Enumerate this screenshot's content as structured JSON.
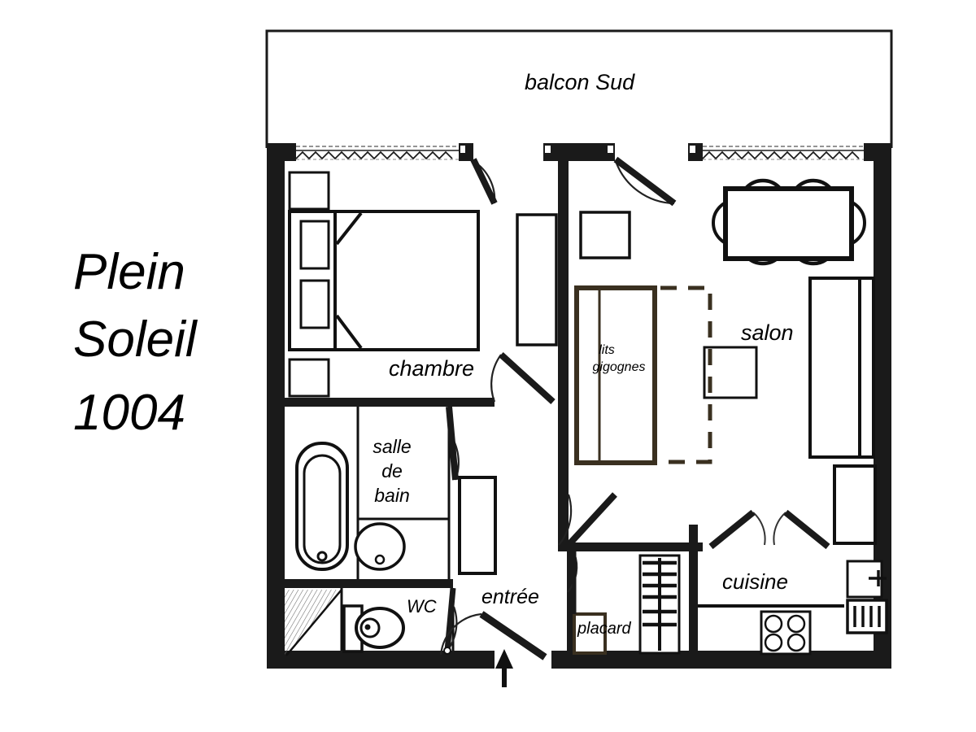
{
  "document": {
    "kind": "apartment-floor-plan",
    "title_lines": [
      "Plein",
      "Soleil",
      "1004"
    ],
    "language": "fr"
  },
  "colors": {
    "wall": "#1a1a1a",
    "furniture": "#111111",
    "paper": "#ffffff",
    "beds_outline": "#3a3020",
    "text": "#000000"
  },
  "labels": {
    "balcony": "balcon  Sud",
    "bedroom": "chambre",
    "living": "salon",
    "trundle_beds_line1": "lits",
    "trundle_beds_line2": "gigognes",
    "bathroom_line1": "salle",
    "bathroom_line2": "de",
    "bathroom_line3": "bain",
    "toilet": "WC",
    "entry": "entrée",
    "closet": "placard",
    "kitchen": "cuisine"
  },
  "rooms": [
    {
      "id": "balcon-sud",
      "label": "balcon  Sud",
      "position": "top",
      "type": "outdoor"
    },
    {
      "id": "chambre",
      "label": "chambre",
      "position": "upper-left",
      "type": "bedroom"
    },
    {
      "id": "salon",
      "label": "salon",
      "position": "upper-right",
      "type": "living-room"
    },
    {
      "id": "salle-de-bain",
      "label": "salle de bain",
      "position": "mid-left",
      "type": "bathroom"
    },
    {
      "id": "wc",
      "label": "WC",
      "position": "lower-left",
      "type": "toilet"
    },
    {
      "id": "entree",
      "label": "entrée",
      "position": "bottom-center",
      "type": "hall"
    },
    {
      "id": "placard",
      "label": "placard",
      "position": "bottom-center",
      "type": "closet"
    },
    {
      "id": "cuisine",
      "label": "cuisine",
      "position": "bottom-right",
      "type": "kitchen"
    }
  ],
  "furniture": [
    {
      "id": "double-bed",
      "room": "chambre",
      "note": "double bed with two pillows"
    },
    {
      "id": "nightstand-top",
      "room": "chambre",
      "note": "square nightstand above bed"
    },
    {
      "id": "nightstand-bottom",
      "room": "chambre",
      "note": "square nightstand below bed"
    },
    {
      "id": "wardrobe-chambre",
      "room": "chambre",
      "note": "tall wardrobe right of bed"
    },
    {
      "id": "dining-table",
      "room": "salon",
      "seats": 6,
      "note": "rectangular table with six chairs"
    },
    {
      "id": "sofa",
      "room": "salon",
      "note": "long sofa along right wall"
    },
    {
      "id": "coffee-table",
      "room": "salon",
      "note": "small square coffee table"
    },
    {
      "id": "trundle-beds",
      "room": "salon",
      "label": "lits gigognes"
    },
    {
      "id": "bathtub",
      "room": "salle-de-bain"
    },
    {
      "id": "washbasin",
      "room": "salle-de-bain"
    },
    {
      "id": "toilet-bowl",
      "room": "wc"
    },
    {
      "id": "shower-corner",
      "room": "wc",
      "note": "hatched triangular corner"
    },
    {
      "id": "cooktop",
      "room": "cuisine",
      "burners": 4
    },
    {
      "id": "sink",
      "room": "cuisine"
    },
    {
      "id": "dishwasher",
      "room": "cuisine"
    },
    {
      "id": "fridge",
      "room": "cuisine"
    },
    {
      "id": "shelving-unit",
      "room": "entree",
      "note": "ladder style storage rack"
    }
  ],
  "openings": [
    {
      "id": "window-chambre",
      "type": "sliding-window",
      "wall": "north",
      "room": "chambre"
    },
    {
      "id": "door-chambre-balcony",
      "type": "swing-door",
      "wall": "north",
      "room": "chambre"
    },
    {
      "id": "door-salon-balcony",
      "type": "swing-door",
      "wall": "north",
      "room": "salon"
    },
    {
      "id": "window-salon",
      "type": "sliding-window",
      "wall": "north",
      "room": "salon"
    },
    {
      "id": "door-chambre-hall",
      "type": "swing-door",
      "room": "chambre"
    },
    {
      "id": "door-bathroom",
      "type": "swing-door",
      "room": "salle-de-bain"
    },
    {
      "id": "door-wc",
      "type": "swing-door",
      "room": "wc"
    },
    {
      "id": "door-salon-hall",
      "type": "swing-door",
      "room": "salon"
    },
    {
      "id": "door-kitchen-left",
      "type": "swing-door",
      "room": "cuisine"
    },
    {
      "id": "door-kitchen-right",
      "type": "swing-door",
      "room": "cuisine"
    },
    {
      "id": "door-placard",
      "type": "swing-door",
      "room": "placard"
    },
    {
      "id": "entry-door",
      "type": "entrance-door",
      "room": "entree",
      "marker": "arrow pointing in"
    }
  ]
}
